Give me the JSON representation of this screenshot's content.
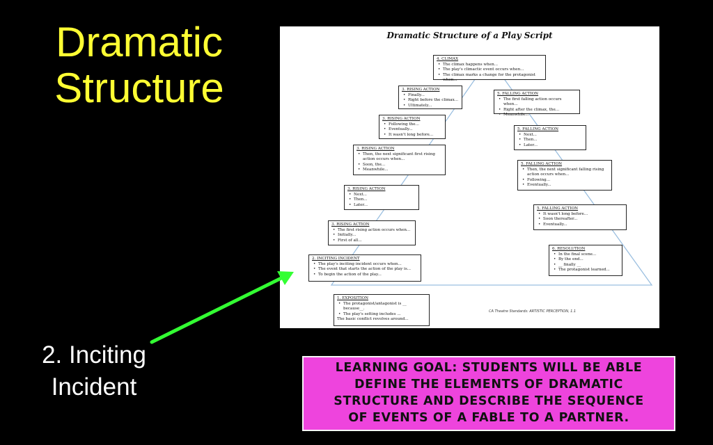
{
  "slide": {
    "title_lines": [
      "Dramatic",
      "Structure"
    ],
    "caption_lines": [
      "2. Inciting",
      "Incident"
    ],
    "learning_goal_lines": [
      "LEARNING GOAL:  STUDENTS WILL BE ABLE",
      "DEFINE THE ELEMENTS OF DRAMATIC",
      "STRUCTURE AND DESCRIBE THE SEQUENCE",
      "OF EVENTS OF A FABLE TO A PARTNER."
    ]
  },
  "worksheet": {
    "title": "Dramatic Structure of a Play Script",
    "standards_note": "CA Theatre Standards: ARTISTIC PERCEPTION, 1.1",
    "boxes": {
      "climax": {
        "heading": "4. CLIMAX",
        "items": [
          "The climax happens when...",
          "The play's climactic event occurs when...",
          "The climax marks a change for the protagonist when..."
        ]
      },
      "rising1": {
        "heading": "3. RISING ACTION",
        "items": [
          "Finally...",
          "Right before the climax...",
          "Ultimately..."
        ]
      },
      "rising2": {
        "heading": "3. RISING ACTION",
        "items": [
          "Following the...",
          "Eventually...",
          "It wasn't long before..."
        ]
      },
      "rising3": {
        "heading": "3. RISING ACTION",
        "items": [
          "Then, the next significant first rising action occurs when...",
          "Soon, the...",
          "Meanwhile..."
        ]
      },
      "rising4": {
        "heading": "3. RISING ACTION",
        "items": [
          "Next...",
          "Then...",
          "Later..."
        ]
      },
      "rising5": {
        "heading": "3. RISING ACTION",
        "items": [
          "The first rising action occurs when...",
          "Initially...",
          "First of all..."
        ]
      },
      "inciting": {
        "heading": "2. INCITING INCIDENT",
        "items": [
          "The play's inciting incident occurs when...",
          "The event that starts the action of the play is...",
          "To begin the action of the play..."
        ]
      },
      "exposition": {
        "heading": "1. EXPOSITION",
        "items": [
          "The protagonist/antagonist is __ because__.",
          "The play's setting includes ..."
        ],
        "extra": "The basic conflict revolves around..."
      },
      "falling1": {
        "heading": "5. FALLING ACTION",
        "items": [
          "The first falling action occurs when...",
          "Right after the climax, the...",
          "Meanwhile..."
        ]
      },
      "falling2": {
        "heading": "5. FALLING ACTION",
        "items": [
          "Next...",
          "Then...",
          "Later..."
        ]
      },
      "falling3": {
        "heading": "5. FALLING ACTION",
        "items": [
          "Then, the next significant falling rising action occurs when...",
          "Following...",
          "Eventually..."
        ]
      },
      "falling4": {
        "heading": "5. FALLING ACTION",
        "items": [
          "It wasn't long before...",
          "Soon thereafter...",
          "Eventually..."
        ]
      },
      "resolution": {
        "heading": "6. RESOLUTION",
        "items": [
          "In the final scene...",
          "By the end...",
          "__ finally __",
          "The protagonist learned..."
        ]
      }
    }
  },
  "colors": {
    "background": "#000000",
    "title": "#ffff33",
    "caption": "#ffffff",
    "arrow": "#33ff33",
    "goal_box": "#ee44dd",
    "triangle": "#9bbfe0"
  }
}
